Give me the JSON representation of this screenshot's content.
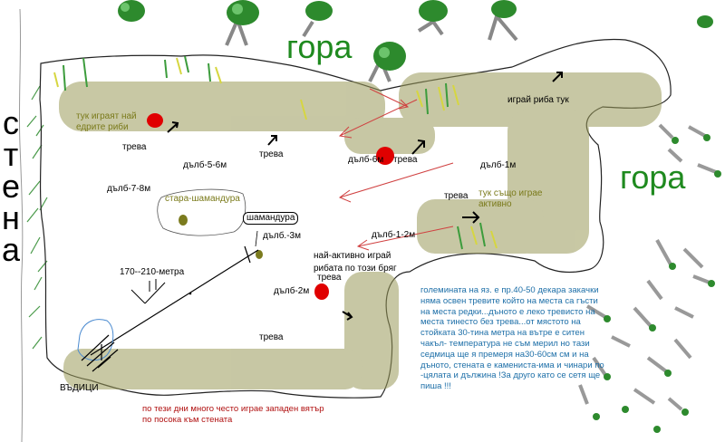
{
  "labels": {
    "forest_top": "гора",
    "forest_right": "гора",
    "wall_letters": [
      "с",
      "т",
      "е",
      "н",
      "а"
    ],
    "grass": "трева",
    "depth_5_6": "дълб-5-6м",
    "depth_7_8": "дълб-7-8м",
    "depth_6": "дълб-6м",
    "depth_1": "дълб-1м",
    "depth_1_2": "дълб-1-2м",
    "depth_3": "дълб.-3м",
    "depth_2": "дълб-2м",
    "old_buoy": "стара-шамандура",
    "buoy": "шамандура",
    "distance": "170--210-метра",
    "fish_edible": "тук играят най едрите риби",
    "fish_plays_here": "играй риба тук",
    "also_plays": "тук също играе активно",
    "most_active": "най-активно играй рибата по този бряг",
    "rods": "ВЪДИЦИ"
  },
  "description": "големината на яз. е пр.40-50 декара закачки няма освен тревите който на места са гъсти на места редки...дъното е леко тревисто на места тинесто без трева...от мястото на стойката 30-тина метра на вътре е ситен чакъл- температура не съм мерил но тази седмица ще я премеря на30-60см см и на дъното, стената е камениста-има и чинари по -цялата и дължина !За друго като се сетя ще пиша !!!",
  "wind_note": "по тези дни много често играе западен вятър по посока към стената",
  "colors": {
    "forest_text": "#1f8a1f",
    "olive_text": "#7a7a1a",
    "description_text": "#1d6fa8",
    "note_text": "#b01010",
    "marker_red": "#e00000",
    "buoy_olive": "#7b7b1e"
  }
}
